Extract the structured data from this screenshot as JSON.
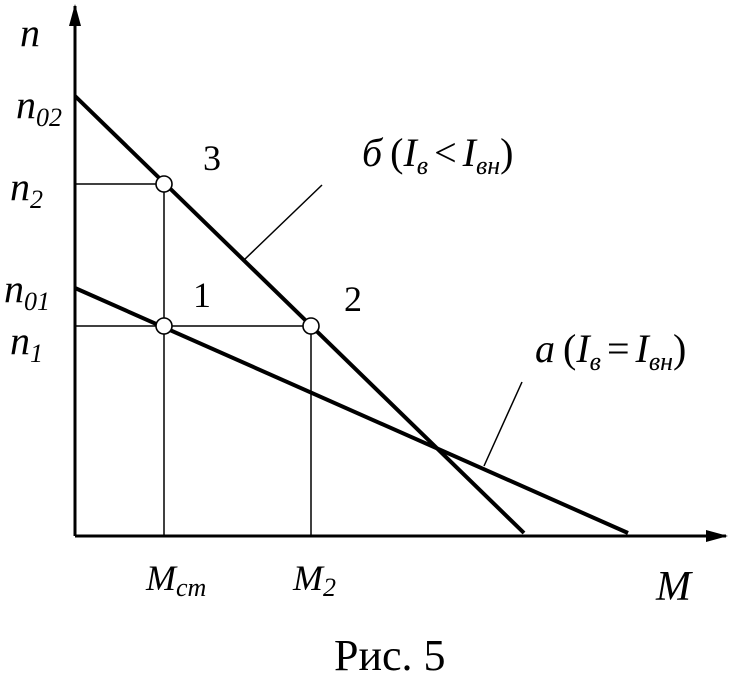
{
  "axes": {
    "y_label": "n",
    "x_label": "M"
  },
  "y_ticks": {
    "n02": {
      "base": "n",
      "sub": "02"
    },
    "n2": {
      "base": "n",
      "sub": "2"
    },
    "n01": {
      "base": "n",
      "sub": "01"
    },
    "n1": {
      "base": "n",
      "sub": "1"
    }
  },
  "x_ticks": {
    "mct": {
      "base": "M",
      "sub": "ст"
    },
    "m2": {
      "base": "M",
      "sub": "2"
    }
  },
  "points": {
    "p1": "1",
    "p2": "2",
    "p3": "3"
  },
  "curves": {
    "b": {
      "letter": "б",
      "open": "(",
      "i1": "I",
      "i1_sub": "в",
      "rel": "<",
      "i2": "I",
      "i2_sub": "вн",
      "close": ")"
    },
    "a": {
      "letter": "a",
      "open": "(",
      "i1": "I",
      "i1_sub": "в",
      "rel": "=",
      "i2": "I",
      "i2_sub": "вн",
      "close": ")"
    }
  },
  "caption": "Рис. 5",
  "colors": {
    "ink": "#000000",
    "paper": "#ffffff"
  }
}
